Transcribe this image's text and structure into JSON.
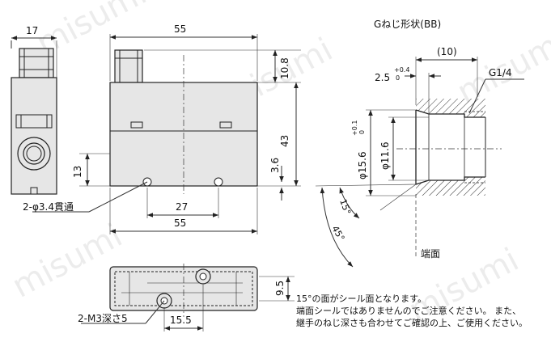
{
  "watermark": "misumi",
  "front_view": {
    "width_label": "17"
  },
  "side_view": {
    "width_label": "55",
    "dim_10_8": "10.8",
    "dim_43": "43",
    "dim_13": "13",
    "dim_3_6": "3.6",
    "dim_27": "27",
    "dim_55_bottom": "55",
    "hole_label": "2-φ3.4貫通"
  },
  "bottom_view": {
    "dim_9_5": "9.5",
    "dim_15_5": "15.5",
    "tap_label": "2-M3深さ5"
  },
  "thread_detail": {
    "title": "Gねじ形状(BB)",
    "dim_10": "(10)",
    "dim_2_5": "2.5",
    "tol_2_5_upper": "+0.4",
    "tol_2_5_lower": "0",
    "thread_label": "G1/4",
    "dia_15_6": "φ15.6",
    "tol_15_6_upper": "+0.1",
    "tol_15_6_lower": "0",
    "dia_11_6": "φ11.6",
    "angle_15": "15°",
    "angle_45": "45°",
    "end_face_label": "端面"
  },
  "notes": [
    "15°の面がシール面となります。",
    "端面シールではありませんのでご注意ください。 また、",
    "継手のねじ深さも合わせてご確認の上、ご使用ください。"
  ],
  "colors": {
    "line": "#222222",
    "part_fill": "#e6e6e6",
    "hatch": "#333333",
    "dim": "#333333"
  }
}
